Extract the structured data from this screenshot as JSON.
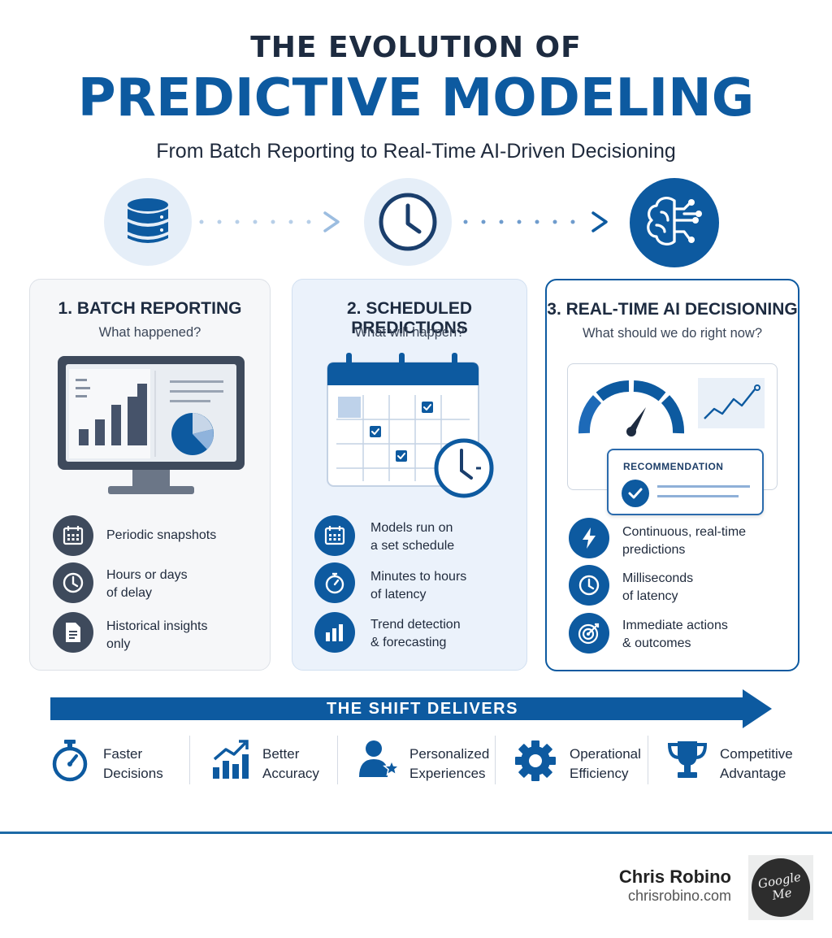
{
  "header": {
    "line1": "THE EVOLUTION OF",
    "line2": "PREDICTIVE MODELING",
    "subtitle": "From Batch Reporting to Real-Time AI-Driven Decisioning"
  },
  "stages": [
    {
      "title": "1. BATCH REPORTING",
      "question": "What happened?",
      "features": [
        {
          "icon": "calendar-icon",
          "line1": "Periodic snapshots",
          "line2": ""
        },
        {
          "icon": "clock-icon",
          "line1": "Hours or days",
          "line2": "of delay"
        },
        {
          "icon": "document-icon",
          "line1": "Historical insights",
          "line2": "only"
        }
      ]
    },
    {
      "title": "2. SCHEDULED PREDICTIONS",
      "question": "What will happen?",
      "features": [
        {
          "icon": "calendar-icon",
          "line1": "Models run on",
          "line2": "a set schedule"
        },
        {
          "icon": "stopwatch-icon",
          "line1": "Minutes to hours",
          "line2": "of latency"
        },
        {
          "icon": "bar-chart-icon",
          "line1": "Trend detection",
          "line2": "& forecasting"
        }
      ]
    },
    {
      "title": "3. REAL-TIME AI DECISIONING",
      "question": "What should we do right now?",
      "recommendation_label": "RECOMMENDATION",
      "features": [
        {
          "icon": "lightning-icon",
          "line1": "Continuous, real-time",
          "line2": "predictions"
        },
        {
          "icon": "clock-icon",
          "line1": "Milliseconds",
          "line2": "of latency"
        },
        {
          "icon": "target-icon",
          "line1": "Immediate actions",
          "line2": "& outcomes"
        }
      ]
    }
  ],
  "shift": {
    "label": "THE SHIFT DELIVERS",
    "benefits": [
      {
        "icon": "stopwatch-icon",
        "line1": "Faster",
        "line2": "Decisions"
      },
      {
        "icon": "growth-chart-icon",
        "line1": "Better",
        "line2": "Accuracy"
      },
      {
        "icon": "person-star-icon",
        "line1": "Personalized",
        "line2": "Experiences"
      },
      {
        "icon": "gear-icon",
        "line1": "Operational",
        "line2": "Efficiency"
      },
      {
        "icon": "trophy-icon",
        "line1": "Competitive",
        "line2": "Advantage"
      }
    ]
  },
  "footer": {
    "author": "Chris Robino",
    "website": "chrisrobino.com",
    "badge": "Google Me"
  },
  "colors": {
    "primary": "#0d5aa0",
    "navy": "#1d2b40",
    "slate": "#3e4a5c",
    "light_blue": "#e3eefa"
  }
}
